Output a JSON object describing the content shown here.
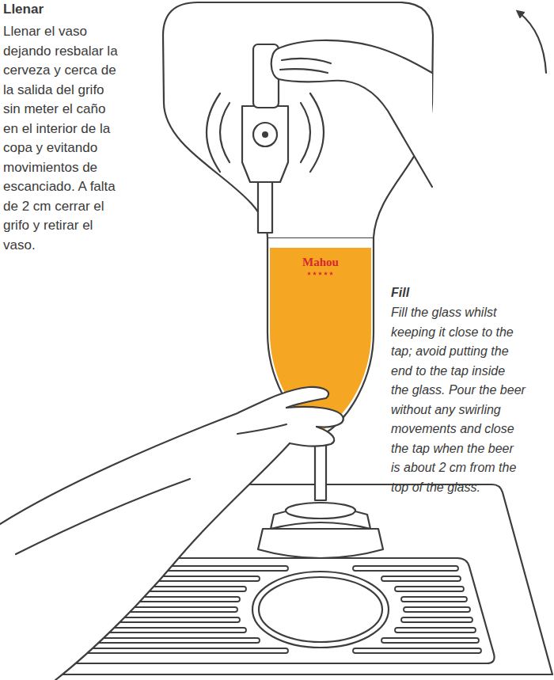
{
  "diagram": {
    "labels": [
      "Llenar",
      "Llenar el vaso dejando resbalar la cerveza y cerca de la salida del grifo sin meter el caño en el interior de la copa y evitando movimientos de escanciado. A falta de 2 cm cerrar el grifo y retirar el vaso.",
      "Fill",
      "Fill the glass whilst keeping it close to the tap; avoid putting the end to the tap inside the glass. Pour the beer without any swirling movements and close the tap when the beer is about 2 cm from the top of the glass.",
      "Mahou"
    ]
  }
}
